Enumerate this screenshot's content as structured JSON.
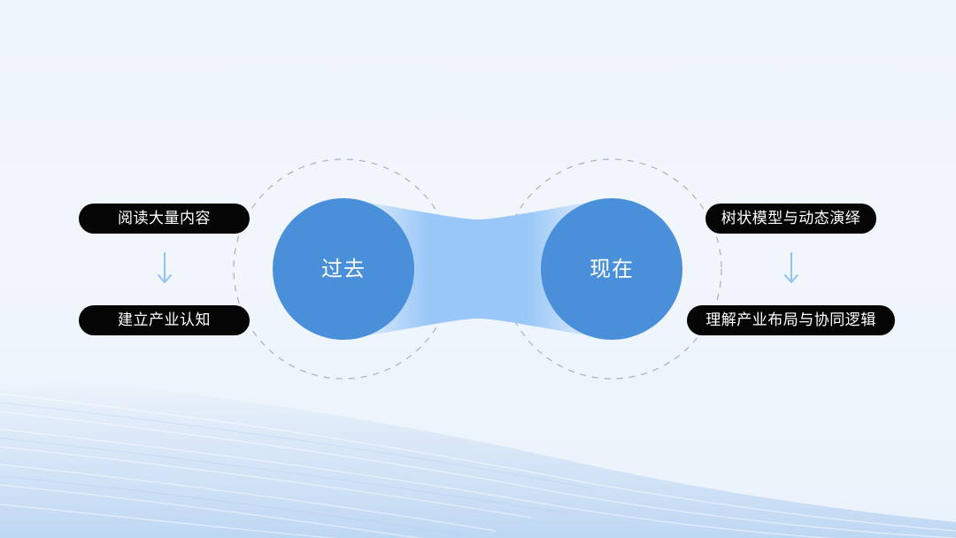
{
  "left": {
    "circle_label": "过去",
    "top_pill": "阅读大量内容",
    "bottom_pill": "建立产业认知"
  },
  "right": {
    "circle_label": "现在",
    "top_pill": "树状模型与动态演绎",
    "bottom_pill": "理解产业布局与协同逻辑"
  },
  "colors": {
    "circle_fill": "#4a8fd9",
    "bridge_fill": "#99c7f7",
    "pill_fill": "#050505",
    "arrow": "#93c3f2",
    "dashed_ring": "#a9b0b8"
  }
}
